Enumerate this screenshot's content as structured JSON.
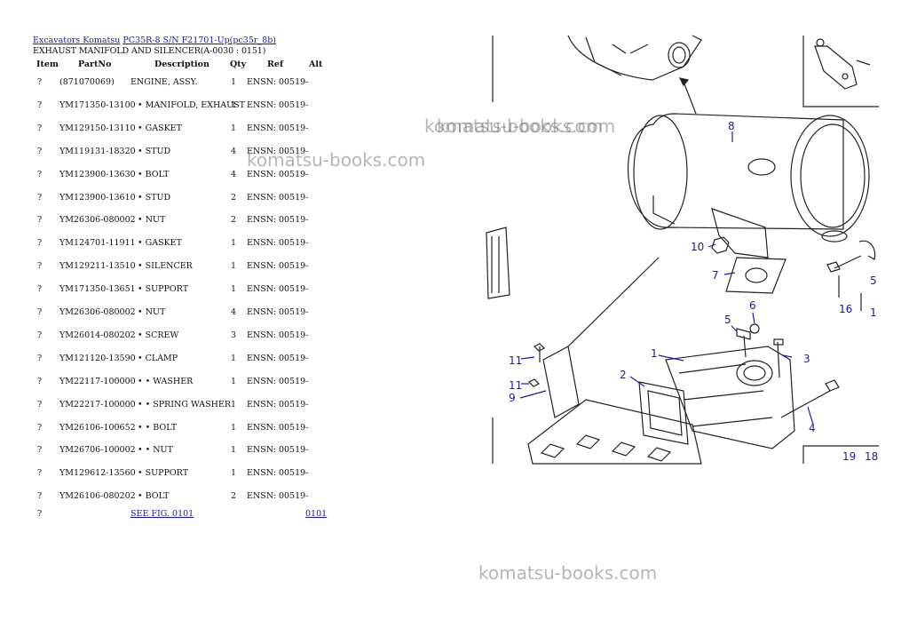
{
  "breadcrumb": {
    "link1": "Excavators Komatsu",
    "link2": "PC35R-8 S/N F21701-Up(pc35r_8b)"
  },
  "subtitle": "EXHAUST MANIFOLD AND SILENCER(A-0030 : 0151)",
  "columns": {
    "item": "Item",
    "partno": "PartNo",
    "description": "Description",
    "qty": "Qty",
    "ref": "Ref",
    "alt": "Alt"
  },
  "rows": [
    {
      "item": "?",
      "partno": "(871070069)",
      "desc": "ENGINE, ASSY.",
      "qty": "1",
      "ref": "ENSN: 00519-"
    },
    {
      "item": "?",
      "partno": "YM171350-13100",
      "desc": "• MANIFOLD, EXHAUST",
      "qty": "1",
      "ref": "ENSN: 00519-"
    },
    {
      "item": "?",
      "partno": "YM129150-13110",
      "desc": "• GASKET",
      "qty": "1",
      "ref": "ENSN: 00519-"
    },
    {
      "item": "?",
      "partno": "YM119131-18320",
      "desc": "• STUD",
      "qty": "4",
      "ref": "ENSN: 00519-"
    },
    {
      "item": "?",
      "partno": "YM123900-13630",
      "desc": "• BOLT",
      "qty": "4",
      "ref": "ENSN: 00519-"
    },
    {
      "item": "?",
      "partno": "YM123900-13610",
      "desc": "• STUD",
      "qty": "2",
      "ref": "ENSN: 00519-"
    },
    {
      "item": "?",
      "partno": "YM26306-080002",
      "desc": "• NUT",
      "qty": "2",
      "ref": "ENSN: 00519-"
    },
    {
      "item": "?",
      "partno": "YM124701-11911",
      "desc": "• GASKET",
      "qty": "1",
      "ref": "ENSN: 00519-"
    },
    {
      "item": "?",
      "partno": "YM129211-13510",
      "desc": "• SILENCER",
      "qty": "1",
      "ref": "ENSN: 00519-"
    },
    {
      "item": "?",
      "partno": "YM171350-13651",
      "desc": "• SUPPORT",
      "qty": "1",
      "ref": "ENSN: 00519-"
    },
    {
      "item": "?",
      "partno": "YM26306-080002",
      "desc": "• NUT",
      "qty": "4",
      "ref": "ENSN: 00519-"
    },
    {
      "item": "?",
      "partno": "YM26014-080202",
      "desc": "• SCREW",
      "qty": "3",
      "ref": "ENSN: 00519-"
    },
    {
      "item": "?",
      "partno": "YM121120-13590",
      "desc": "• CLAMP",
      "qty": "1",
      "ref": "ENSN: 00519-"
    },
    {
      "item": "?",
      "partno": "YM22117-100000",
      "desc": "• • WASHER",
      "qty": "1",
      "ref": "ENSN: 00519-"
    },
    {
      "item": "?",
      "partno": "YM22217-100000",
      "desc": "• • SPRING WASHER",
      "qty": "1",
      "ref": "ENSN: 00519-"
    },
    {
      "item": "?",
      "partno": "YM26106-100652",
      "desc": "• • BOLT",
      "qty": "1",
      "ref": "ENSN: 00519-"
    },
    {
      "item": "?",
      "partno": "YM26706-100002",
      "desc": "• • NUT",
      "qty": "1",
      "ref": "ENSN: 00519-"
    },
    {
      "item": "?",
      "partno": "YM129612-13560",
      "desc": "• SUPPORT",
      "qty": "1",
      "ref": "ENSN: 00519-"
    },
    {
      "item": "?",
      "partno": "YM26106-080202",
      "desc": "• BOLT",
      "qty": "2",
      "ref": "ENSN: 00519-"
    }
  ],
  "last_row": {
    "item": "?",
    "see_fig": "SEE FIG. 0101",
    "alt": "0101"
  },
  "watermarks": [
    "komatsu-books.com",
    "komatsu-books.com",
    "komatsu-books.com",
    "komatsu-books.com"
  ],
  "callouts": [
    "8",
    "10",
    "7",
    "5",
    "6",
    "1",
    "11",
    "11",
    "2",
    "3",
    "9",
    "4",
    "19",
    "18",
    "16",
    "1",
    "5"
  ]
}
